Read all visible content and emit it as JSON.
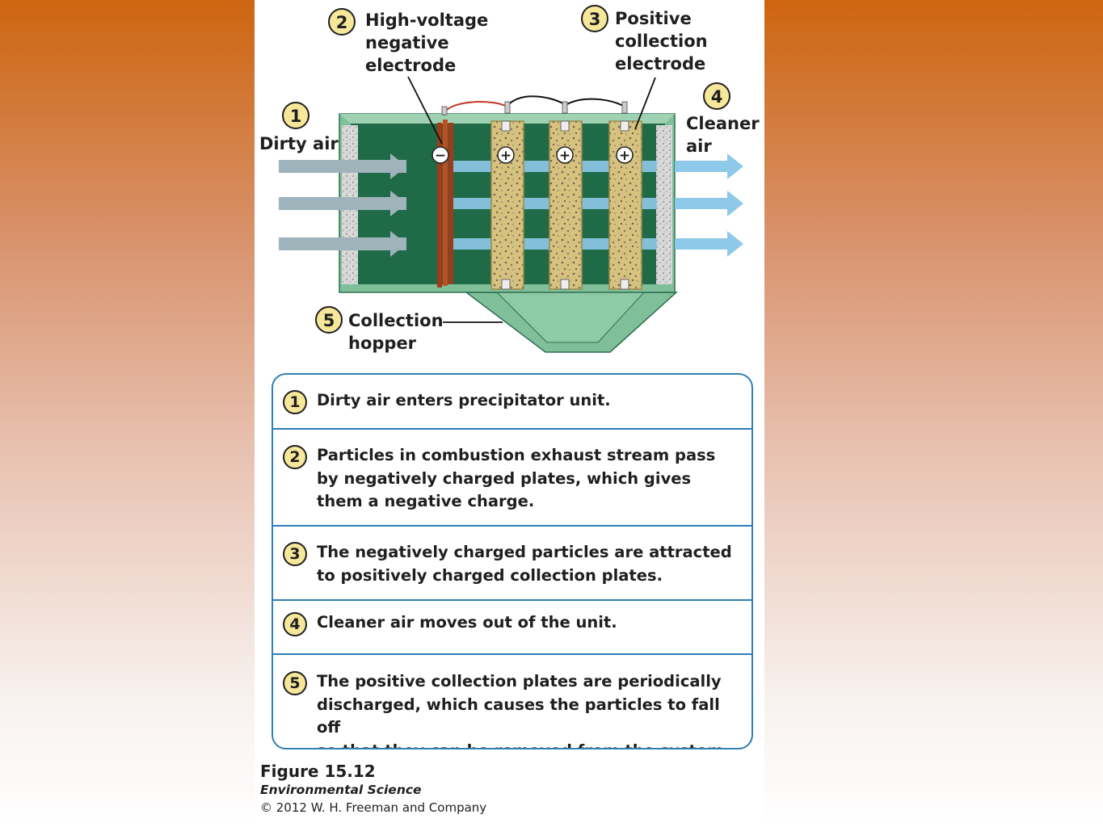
{
  "diagram": {
    "labels": {
      "dirty_air": {
        "num": "1",
        "text": "Dirty air"
      },
      "negative_electrode": {
        "num": "2",
        "lines": [
          "High-voltage",
          "negative",
          "electrode"
        ]
      },
      "positive_electrode": {
        "num": "3",
        "lines": [
          "Positive",
          "collection",
          "electrode"
        ]
      },
      "cleaner_air": {
        "num": "4",
        "lines": [
          "Cleaner",
          "air"
        ]
      },
      "hopper": {
        "num": "5",
        "lines": [
          "Collection",
          "hopper"
        ]
      }
    },
    "charges": {
      "negative": "−",
      "positive": "+"
    },
    "colors": {
      "housing": "#7fbf9a",
      "housing_dark": "#2f6e4f",
      "interior": "#1f6b48",
      "negative_plate": "#b5441e",
      "positive_plate": "#d8c98a",
      "dirty_arrow": "#9fb3bb",
      "clean_arrow": "#8fc9ea",
      "badge_fill": "#f6e79a",
      "box_border": "#2d7fb5"
    }
  },
  "steps": [
    {
      "num": "1",
      "text": "Dirty air enters precipitator unit."
    },
    {
      "num": "2",
      "text": "Particles in combustion exhaust stream pass\nby negatively charged plates, which gives\nthem a negative charge."
    },
    {
      "num": "3",
      "text": "The negatively charged particles are attracted\nto positively charged collection plates."
    },
    {
      "num": "4",
      "text": "Cleaner air moves out of the unit."
    },
    {
      "num": "5",
      "text": "The positive collection plates are periodically\ndischarged, which causes the particles to fall off\nso that they can be removed from the system."
    }
  ],
  "caption": {
    "figure": "Figure 15.12",
    "book": "Environmental Science",
    "copyright": "© 2012 W. H. Freeman and Company"
  }
}
